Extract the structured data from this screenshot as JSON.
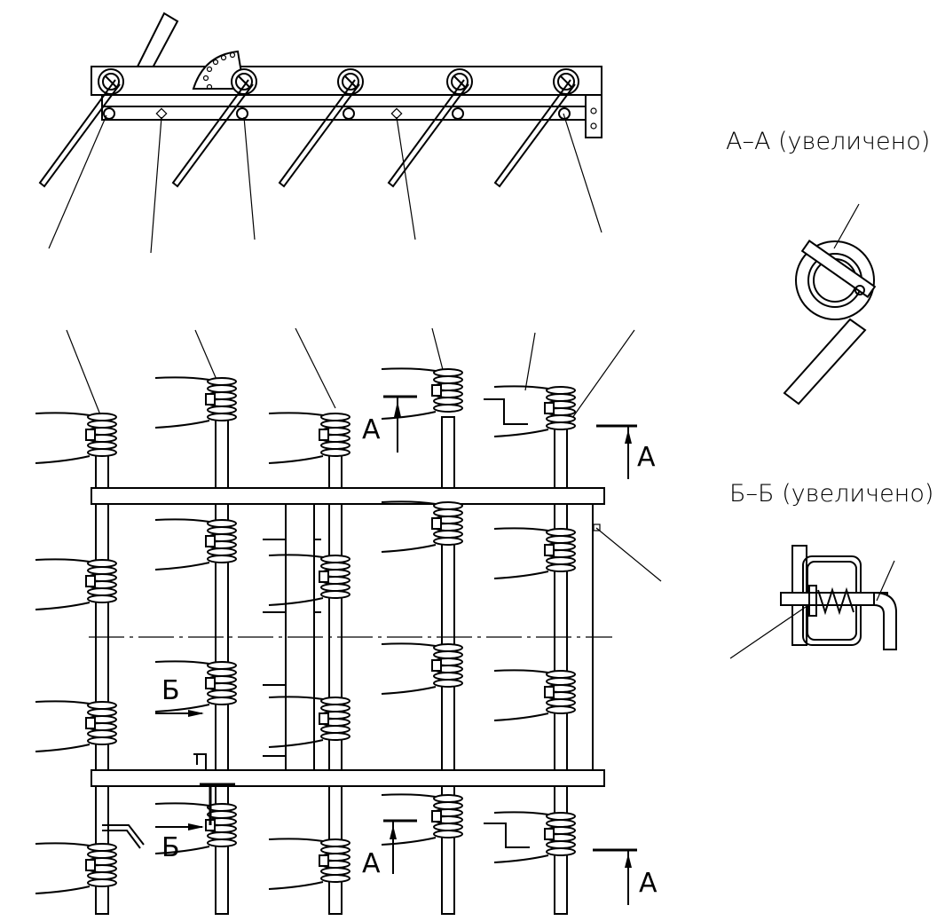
{
  "drawing": {
    "section_aa": {
      "title": "А–А (увеличено)"
    },
    "section_bb": {
      "title": "Б–Б (увеличено)"
    },
    "cut_marks": {
      "a_letter": "А",
      "b_letter": "Б"
    }
  }
}
